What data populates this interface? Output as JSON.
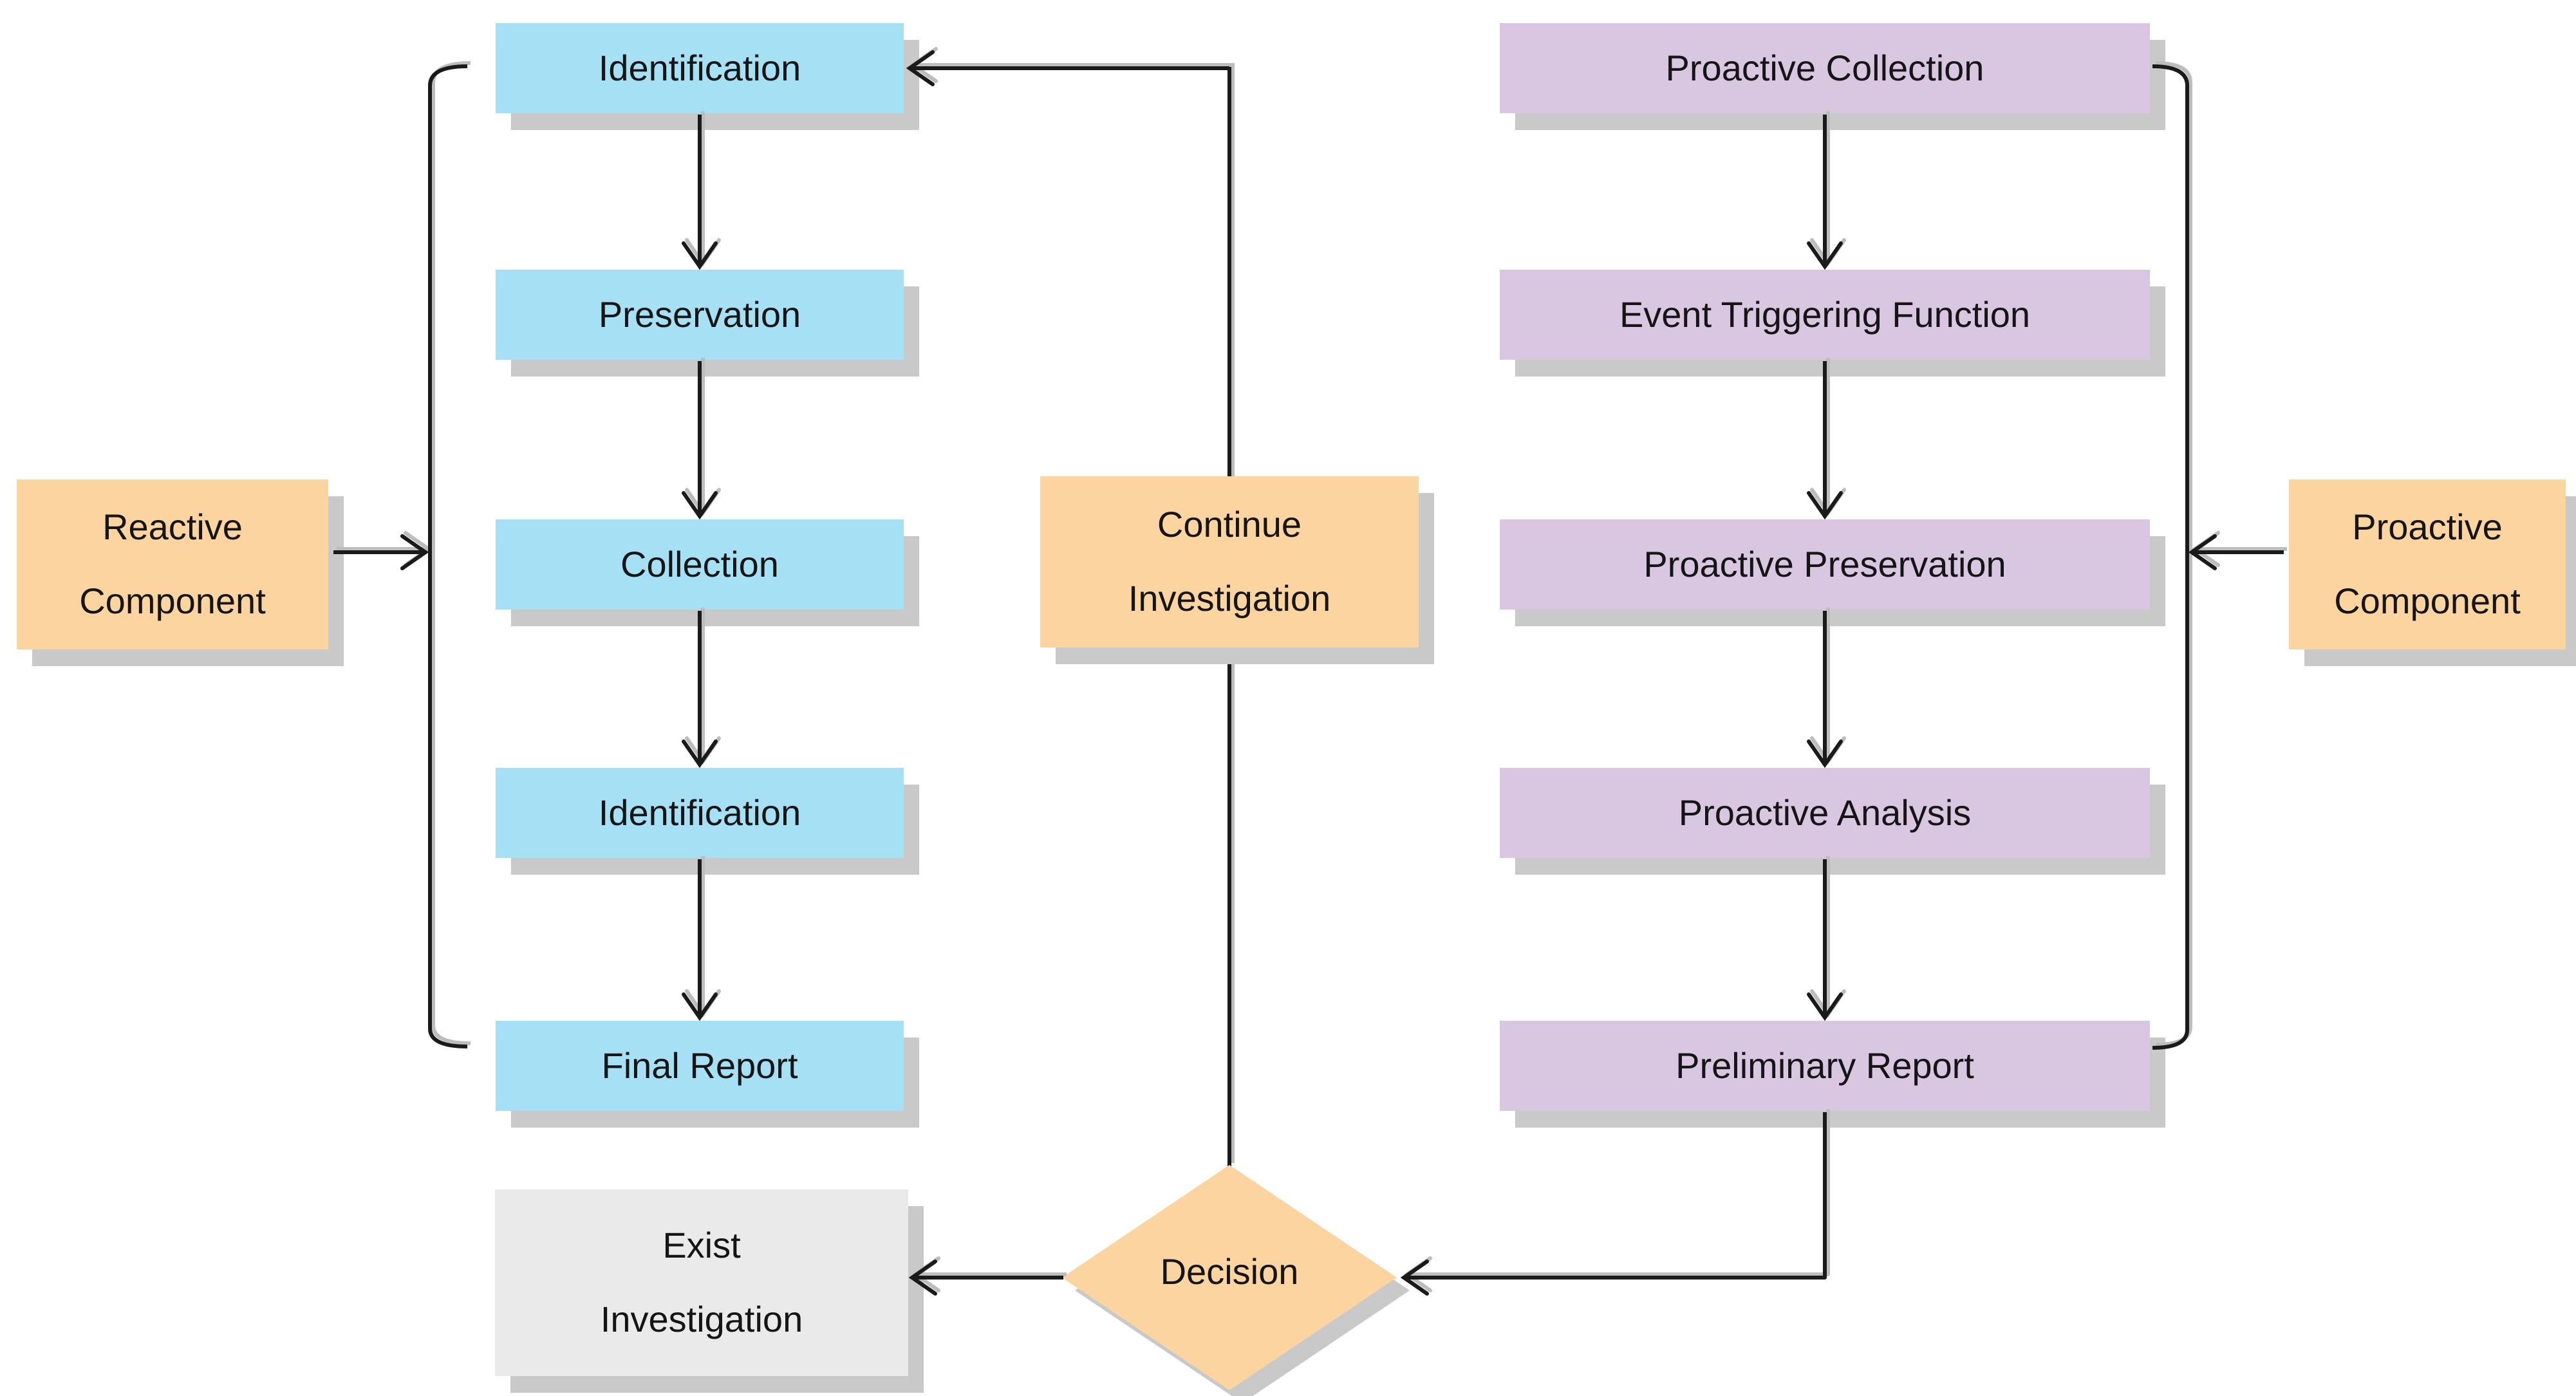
{
  "nodes": {
    "reactive_steps": [
      "Identification",
      "Preservation",
      "Collection",
      "Identification",
      "Final Report"
    ],
    "proactive_steps": [
      "Proactive Collection",
      "Event Triggering Function",
      "Proactive Preservation",
      "Proactive Analysis",
      "Preliminary Report"
    ],
    "reactive_component": {
      "line1": "Reactive",
      "line2": "Component"
    },
    "proactive_component": {
      "line1": "Proactive",
      "line2": "Component"
    },
    "continue_investigation": {
      "line1": "Continue",
      "line2": "Investigation"
    },
    "exist_investigation": {
      "line1": "Exist",
      "line2": "Investigation"
    },
    "decision": "Decision"
  },
  "colors": {
    "reactive_fill": "#A6E0F5",
    "proactive_fill": "#D9C6E1",
    "accent_fill": "#FBD4A0",
    "neutral_fill": "#EAEAEA",
    "shadow_color": "#C9C9C9",
    "line_color": "#1A1A1A",
    "line_shadow": "#BDBDBD",
    "text_color": "#151515"
  }
}
